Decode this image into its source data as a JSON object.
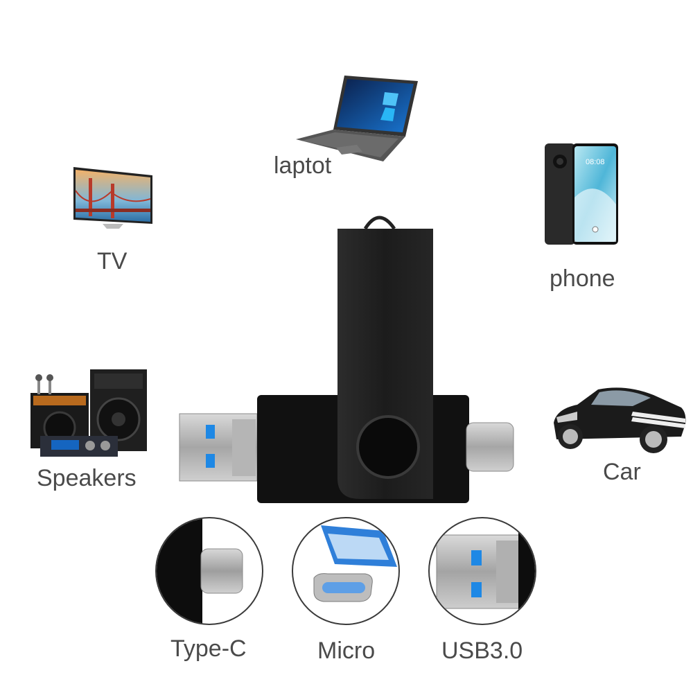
{
  "devices": {
    "tv": {
      "label": "TV",
      "icon": "tv-icon"
    },
    "laptop": {
      "label": "laptot",
      "icon": "laptop-icon"
    },
    "phone": {
      "label": "phone",
      "icon": "phone-icon",
      "screen_time": "08:08"
    },
    "speakers": {
      "label": "Speakers",
      "icon": "speakers-icon"
    },
    "car": {
      "label": "Car",
      "icon": "car-icon"
    }
  },
  "connectors": {
    "type_c": {
      "label": "Type-C",
      "icon": "type-c-connector-icon"
    },
    "micro": {
      "label": "Micro",
      "icon": "micro-usb-connector-icon"
    },
    "usb3": {
      "label": "USB3.0",
      "icon": "usb3-connector-icon"
    }
  },
  "product": {
    "icon": "usb-flash-drive-icon"
  },
  "colors": {
    "label_text": "#4a4a4a",
    "drive_body": "#111111",
    "swivel_cap": "#1e1e1e",
    "usb3_blue": "#1e88e5",
    "micro_blue": "#2f7fd9"
  }
}
